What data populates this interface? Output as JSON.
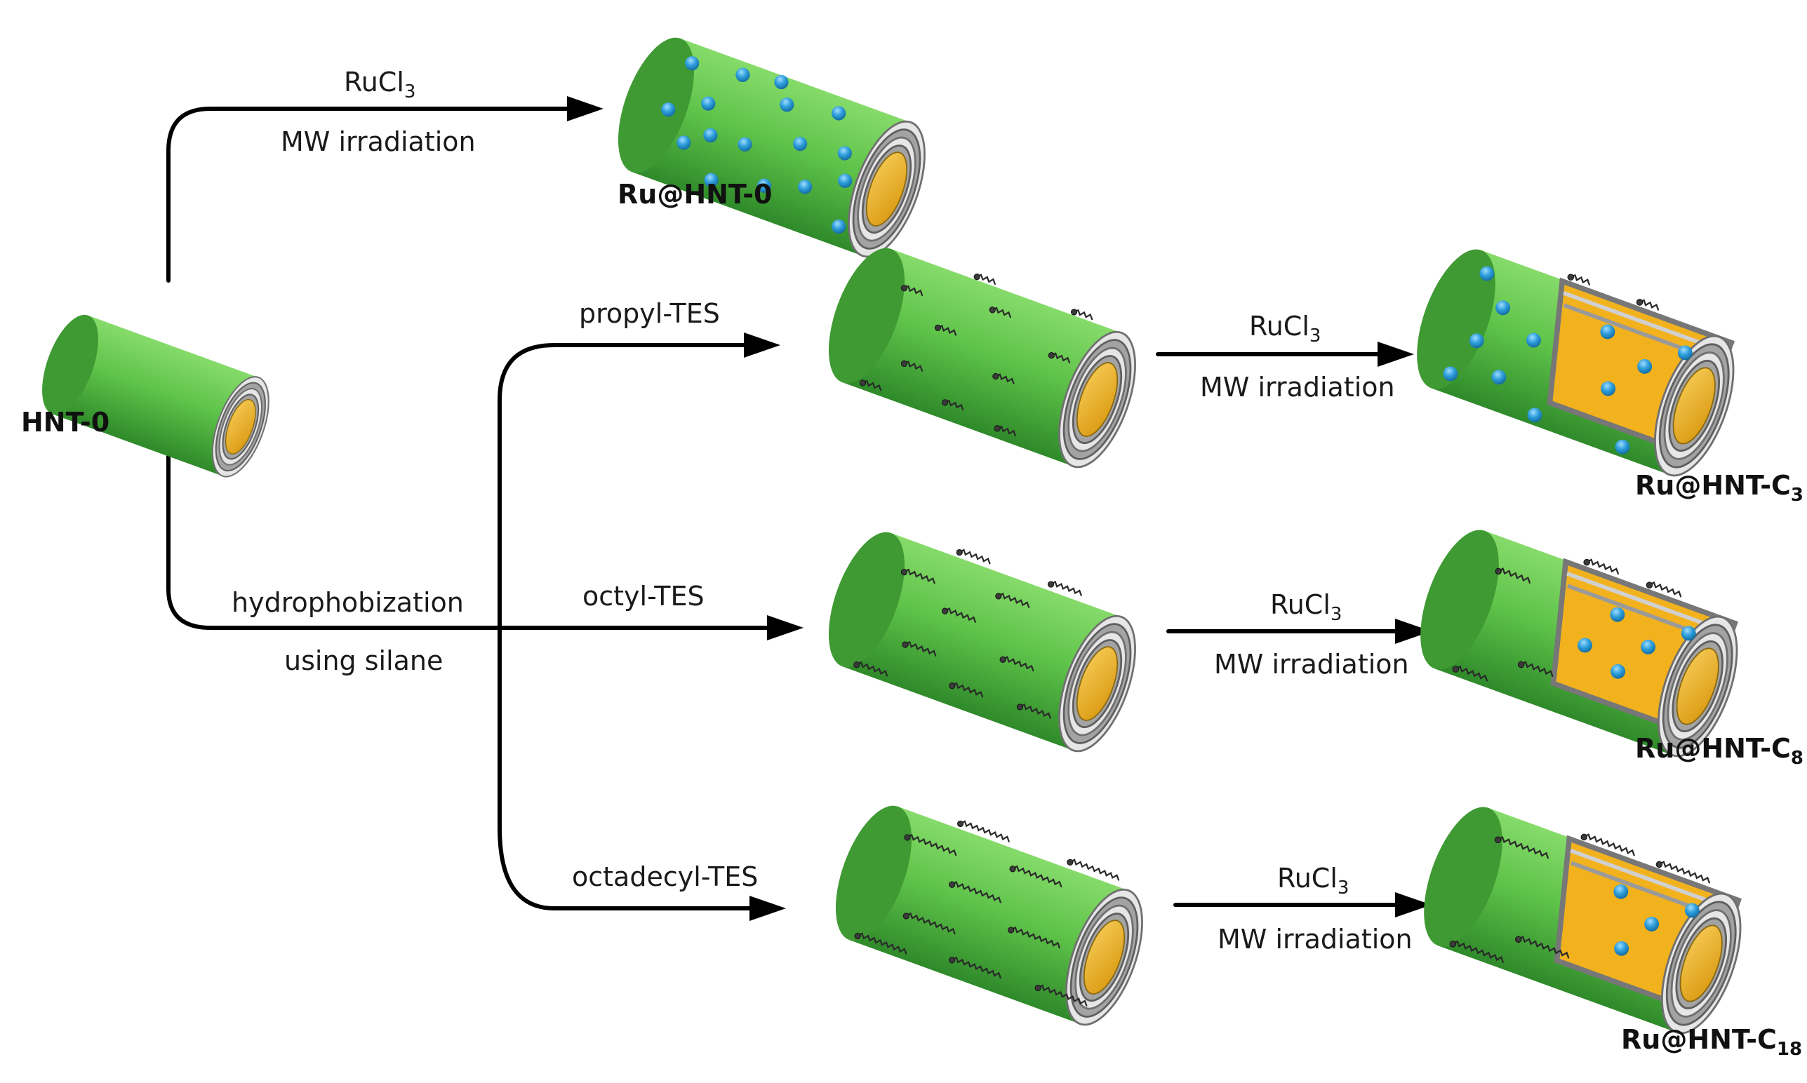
{
  "colors": {
    "tube_green": "#5fc34a",
    "tube_green_dark": "#2f8a2a",
    "layer_gray": "#9a9a9a",
    "lumen_yellow": "#f2b21e",
    "ruthenium_blue": "#2f9fdc",
    "arrow": "#000000"
  },
  "labels": {
    "hnt0": "HNT-0",
    "ru_hnt0": "Ru@HNT-0",
    "ru_hnt_c3": {
      "base": "Ru@HNT-C",
      "sub": "3"
    },
    "ru_hnt_c8": {
      "base": "Ru@HNT-C",
      "sub": "8"
    },
    "ru_hnt_c18": {
      "base": "Ru@HNT-C",
      "sub": "18"
    },
    "rucl3": {
      "base": "RuCl",
      "sub": "3"
    },
    "mw": "MW irradiation",
    "hydrophobization": "hydrophobization",
    "using_silane": "using silane",
    "propyl": "propyl-TES",
    "octyl": "octyl-TES",
    "octadecyl": "octadecyl-TES"
  }
}
